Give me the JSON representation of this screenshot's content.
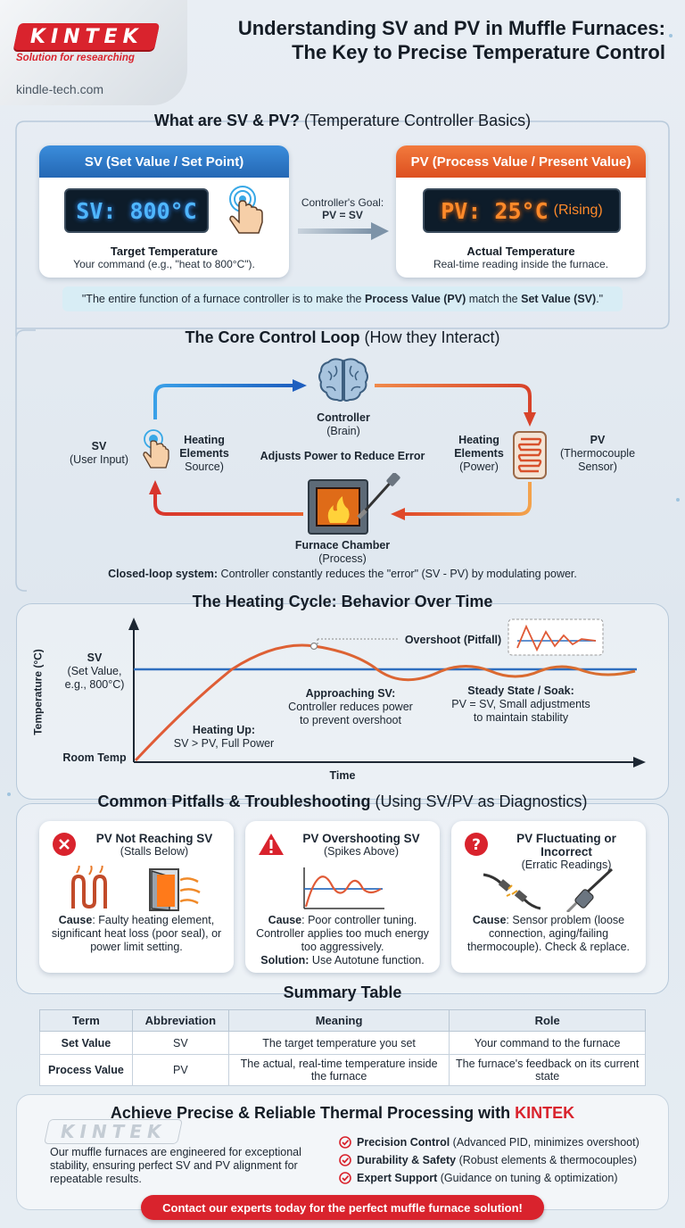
{
  "header": {
    "logo": "KINTEK",
    "logo_tagline": "Solution for researching",
    "site": "kindle-tech.com",
    "title_line1": "Understanding SV and PV in Muffle Furnaces:",
    "title_line2": "The Key to Precise Temperature Control"
  },
  "section1": {
    "title_bold": "What are SV & PV?",
    "title_rest": "(Temperature Controller Basics)",
    "sv_card": {
      "header": "SV (Set Value / Set Point)",
      "display": "SV: 800°C",
      "caption_title": "Target Temperature",
      "caption_body": "Your command (e.g., \"heat to 800°C\")."
    },
    "goal_label": "Controller's Goal:",
    "goal_formula": "PV = SV",
    "pv_card": {
      "header": "PV (Process Value / Present Value)",
      "display": "PV: 25°C",
      "display_note": "(Rising)",
      "caption_title": "Actual Temperature",
      "caption_body": "Real-time reading inside the furnace."
    },
    "quote_a": "\"The entire function of a furnace controller is to make the ",
    "quote_b": "Process Value (PV)",
    "quote_c": " match the ",
    "quote_d": "Set Value (SV)",
    "quote_e": ".\""
  },
  "section2": {
    "title_bold": "The Core Control Loop",
    "title_rest": "(How they Interact)",
    "controller_title": "Controller",
    "controller_sub": "(Brain)",
    "sv_title": "SV",
    "sv_sub": "(User Input)",
    "heat_left_title": "Heating Elements",
    "heat_left_sub": "Source)",
    "center_label": "Adjusts Power to Reduce Error",
    "heat_right_title": "Heating Elements",
    "heat_right_sub": "(Power)",
    "pv_title": "PV",
    "pv_sub": "(Thermocouple Sensor)",
    "chamber_title": "Furnace Chamber",
    "chamber_sub": "(Process)",
    "closed_bold": "Closed-loop system:",
    "closed_rest": " Controller constantly reduces the \"error\" (SV - PV) by modulating power."
  },
  "section3": {
    "title": "The Heating Cycle: Behavior Over Time",
    "y_axis": "Temperature (°C)",
    "x_axis": "Time",
    "sv_label": "SV",
    "sv_label_sub1": "(Set Value,",
    "sv_label_sub2": "e.g., 800°C)",
    "room_temp": "Room Temp",
    "overshoot": "Overshoot (Pitfall)",
    "heating_title": "Heating Up:",
    "heating_body": "SV > PV, Full Power",
    "approach_title": "Approaching SV:",
    "approach_body1": "Controller reduces power",
    "approach_body2": "to prevent overshoot",
    "steady_title": "Steady State / Soak:",
    "steady_body1": "PV = SV, Small adjustments",
    "steady_body2": "to maintain stability"
  },
  "section4": {
    "title_bold": "Common Pitfalls & Troubleshooting",
    "title_rest": "(Using SV/PV as Diagnostics)",
    "cards": [
      {
        "title": "PV Not Reaching SV",
        "sub": "(Stalls Below)",
        "cause_label": "Cause",
        "cause": ": Faulty heating element, significant heat loss (poor seal), or power limit setting."
      },
      {
        "title": "PV Overshooting SV",
        "sub": "(Spikes Above)",
        "cause_label": "Cause",
        "cause": ": Poor controller tuning. Controller applies too much energy too aggressively.",
        "solution_label": "Solution:",
        "solution": " Use Autotune function."
      },
      {
        "title": "PV Fluctuating or Incorrect",
        "sub": "(Erratic Readings)",
        "cause_label": "Cause",
        "cause": ": Sensor problem (loose connection, aging/failing thermocouple). Check & replace."
      }
    ]
  },
  "section5": {
    "title": "Summary Table",
    "headers": [
      "Term",
      "Abbreviation",
      "Meaning",
      "Role"
    ],
    "rows": [
      [
        "Set Value",
        "SV",
        "The target temperature you set",
        "Your command to the furnace"
      ],
      [
        "Process Value",
        "PV",
        "The actual, real-time temperature inside the furnace",
        "The furnace's feedback on its current state"
      ]
    ]
  },
  "cta": {
    "title_a": "Achieve Precise & Reliable Thermal Processing with ",
    "title_b": "KINTEK",
    "watermark": "KINTEK",
    "body": "Our muffle furnaces are engineered for exceptional stability, ensuring perfect SV and PV alignment for repeatable results.",
    "bullets": [
      {
        "bold": "Precision Control",
        "rest": " (Advanced PID, minimizes overshoot)"
      },
      {
        "bold": "Durability & Safety",
        "rest": " (Robust elements & thermocouples)"
      },
      {
        "bold": "Expert Support",
        "rest": " (Guidance on tuning & optimization)"
      }
    ],
    "button": "Contact our experts today for the perfect muffle furnace solution!"
  },
  "colors": {
    "brand_red": "#d9232d",
    "sv_blue": "#2a78c8",
    "pv_orange": "#e8612c",
    "lcd_blue": "#4fb6ff",
    "lcd_orange": "#ff8a2a"
  }
}
